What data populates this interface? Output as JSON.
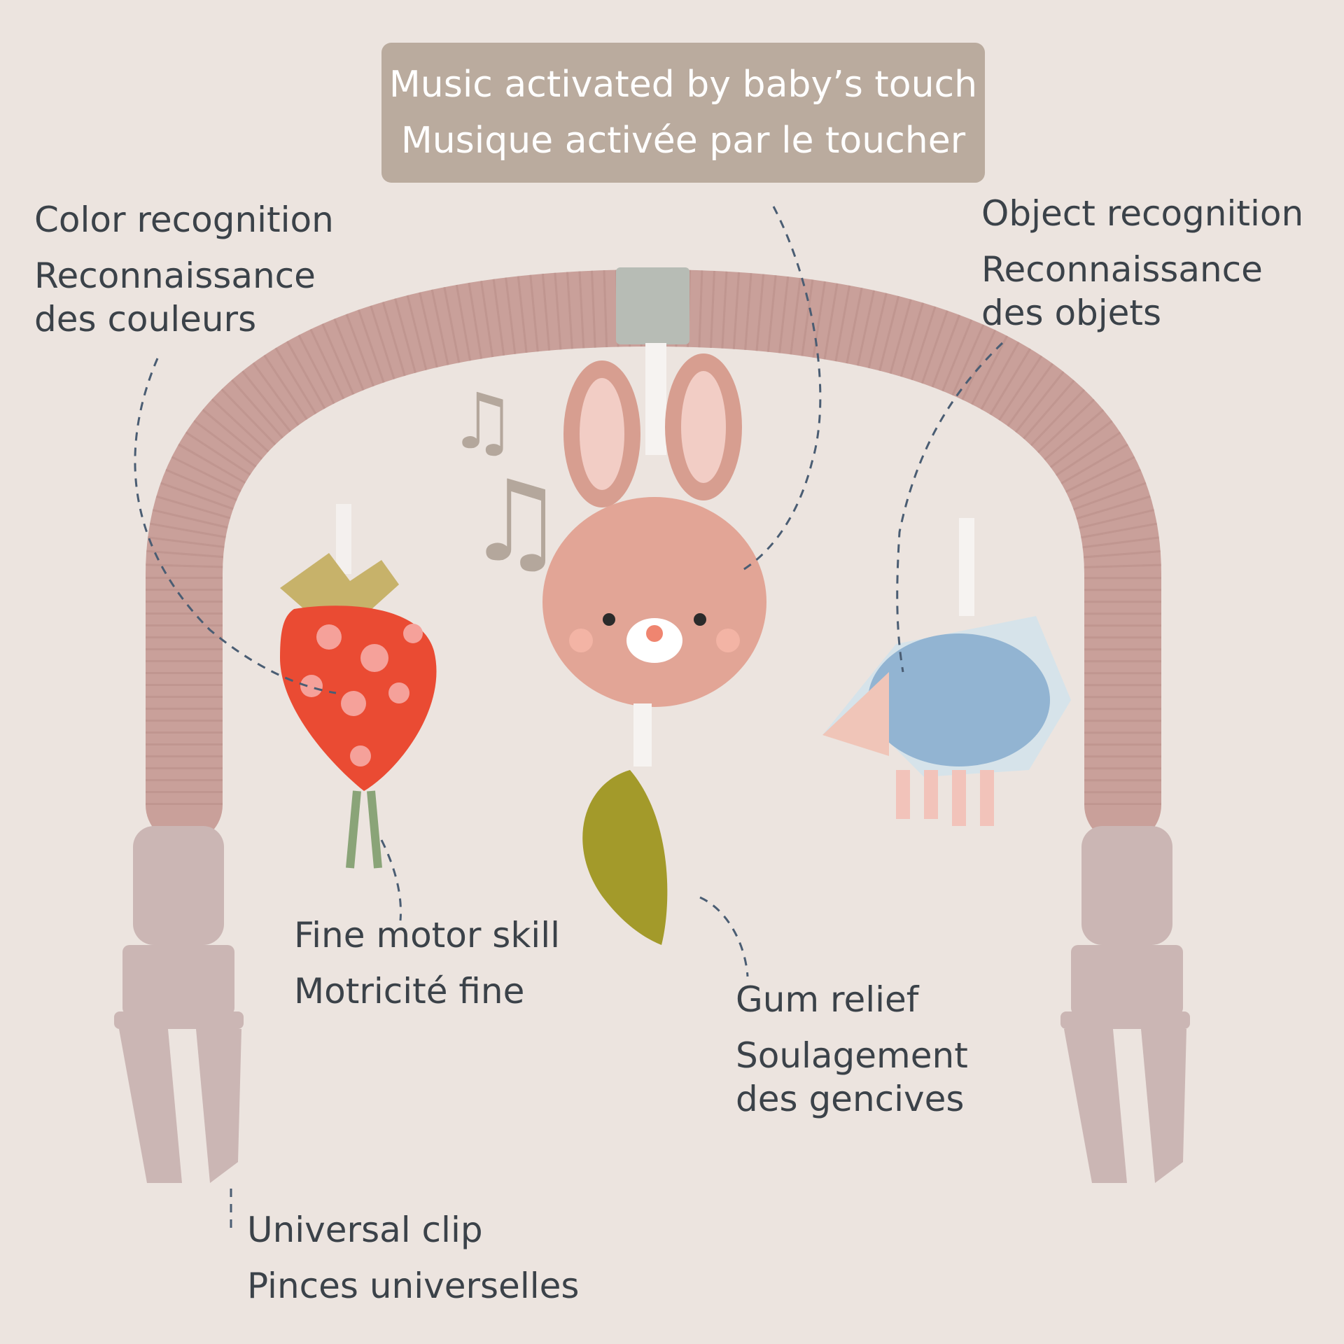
{
  "banner": {
    "line1": "Music activated by baby’s touch",
    "line2": "Musique activée par le toucher"
  },
  "features": {
    "color": {
      "en": "Color recognition",
      "fr1": "Reconnaissance",
      "fr2": "des couleurs"
    },
    "object": {
      "en": "Object recognition",
      "fr1": "Reconnaissance",
      "fr2": "des objets"
    },
    "motor": {
      "en": "Fine motor skill",
      "fr1": "Motricité fine"
    },
    "gum": {
      "en": "Gum relief",
      "fr1": "Soulagement",
      "fr2": "des gencives"
    },
    "clip": {
      "en": "Universal clip",
      "fr1": "Pinces universelles"
    }
  },
  "colors": {
    "background": "#ece4df",
    "banner": "#baab9e",
    "text": "#3b4249",
    "arch": "#c9a09a"
  }
}
